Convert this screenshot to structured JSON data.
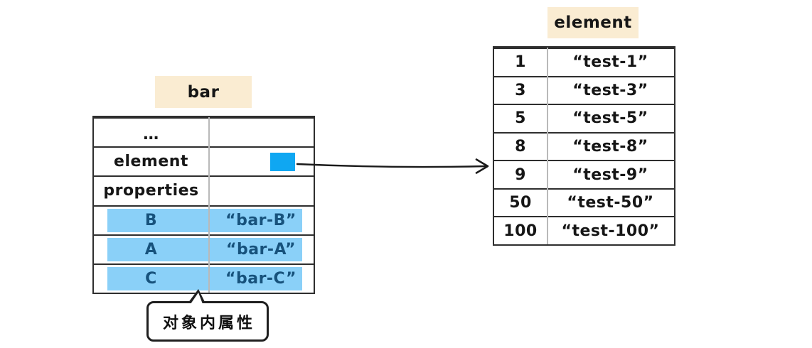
{
  "colors": {
    "header_bg": "#FAECD2",
    "pointer_blue": "#0FA7F2",
    "highlight_band": "#8AD0F8",
    "highlight_text": "#17527C",
    "border_dark": "#2e2e2e",
    "divider_gray": "#b9b9b9"
  },
  "icons": {
    "pointer_swatch": "filled-blue-rectangle",
    "reference_arrow": "→"
  },
  "bar_table": {
    "title": "bar",
    "rows": [
      {
        "key": "…",
        "value": "",
        "highlight": false,
        "pointer": false,
        "dots": true
      },
      {
        "key": "element",
        "value": "",
        "highlight": false,
        "pointer": true,
        "dots": false
      },
      {
        "key": "properties",
        "value": "",
        "highlight": false,
        "pointer": false,
        "dots": false
      },
      {
        "key": "B",
        "value": "“bar-B”",
        "highlight": true,
        "pointer": false,
        "dots": false
      },
      {
        "key": "A",
        "value": "“bar-A”",
        "highlight": true,
        "pointer": false,
        "dots": false
      },
      {
        "key": "C",
        "value": "“bar-C”",
        "highlight": true,
        "pointer": false,
        "dots": false
      }
    ],
    "callout_label": "对象内属性"
  },
  "element_table": {
    "title": "element",
    "rows": [
      {
        "key": "1",
        "value": "“test-1”"
      },
      {
        "key": "3",
        "value": "“test-3”"
      },
      {
        "key": "5",
        "value": "“test-5”"
      },
      {
        "key": "8",
        "value": "“test-8”"
      },
      {
        "key": "9",
        "value": "“test-9”"
      },
      {
        "key": "50",
        "value": "“test-50”"
      },
      {
        "key": "100",
        "value": "“test-100”"
      }
    ]
  }
}
